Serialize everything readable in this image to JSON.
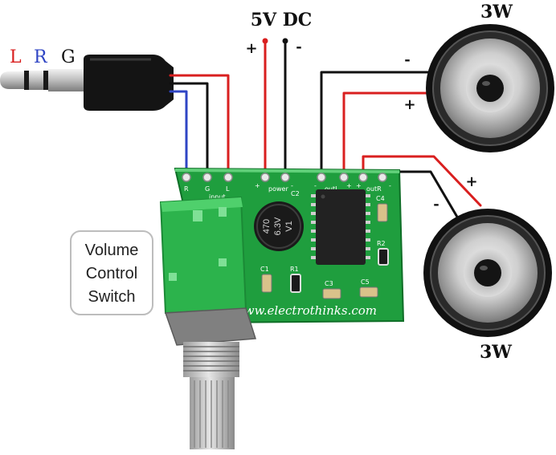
{
  "jack": {
    "label_l": "L",
    "label_r": "R",
    "label_g": "G"
  },
  "power": {
    "title": "5V DC",
    "plus": "+",
    "minus": "-"
  },
  "speakers": {
    "top": {
      "rating": "3W",
      "minus": "-",
      "plus": "+"
    },
    "bottom": {
      "rating": "3W",
      "plus": "+",
      "minus": "-"
    }
  },
  "volume_box": {
    "line1": "Volume",
    "line2": "Control",
    "line3": "Switch"
  },
  "board": {
    "input_r": "R",
    "input_g": "G",
    "input_l": "L",
    "input_label": "input",
    "power_plus": "+",
    "power_label": "power",
    "power_minus": "-",
    "c2": "C2",
    "outl_minus": "-",
    "outl_label": "outL",
    "outl_plus": "+",
    "outr_plus": "+",
    "outr_label": "outR",
    "outr_minus": "-",
    "c1": "C1",
    "r1": "R1",
    "c3": "C3",
    "c5": "C5",
    "c4": "C4",
    "r2": "R2",
    "website": "www.electrothinks.com"
  },
  "capacitor": {
    "value": "470",
    "voltage": "6.3V",
    "code": "V1"
  },
  "colors": {
    "wire_red": "#d91f1f",
    "wire_blue": "#2f45c4",
    "wire_black": "#111111",
    "board_green": "#1f9e3e",
    "pot_green": "#2cb34c"
  }
}
